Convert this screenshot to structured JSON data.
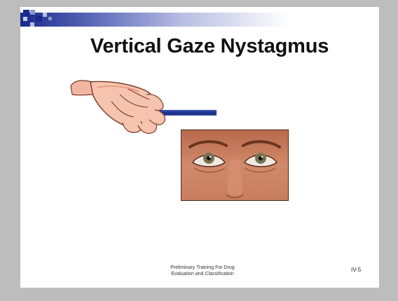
{
  "slide": {
    "title": "Vertical Gaze Nystagmus",
    "footer_line1": "Preliminary Training For Drug",
    "footer_line2": "Evaluation and Classification",
    "slide_number": "IV-5"
  },
  "colors": {
    "background": "#bdbdbd",
    "header_bar_dark": "#1a2a8c",
    "stimulus_pen": "#1f3690"
  }
}
